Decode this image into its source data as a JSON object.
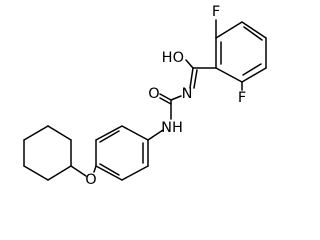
{
  "molecule": {
    "atom_labels": {
      "hydroxyl": "HO",
      "imine_n": "N",
      "carbonyl_o": "O",
      "amine_nh": "NH",
      "ether_o": "O",
      "fluorine_top": "F",
      "fluorine_bottom": "F"
    }
  },
  "colors": {
    "background": "#ffffff",
    "ink": "#000000"
  }
}
